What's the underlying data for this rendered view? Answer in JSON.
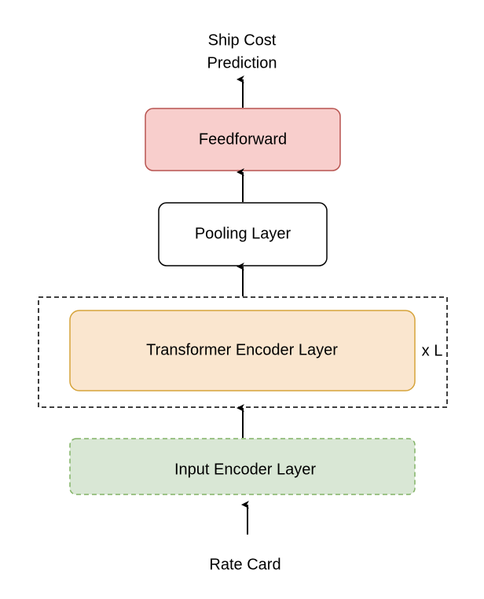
{
  "title": "Ship Cost Prediction model architecture",
  "output_label_line1": "Ship Cost",
  "output_label_line2": "Prediction",
  "feedforward": {
    "label": "Feedforward",
    "fill": "#f8cecc",
    "stroke": "#b85450"
  },
  "pooling": {
    "label": "Pooling Layer",
    "fill": "#ffffff",
    "stroke": "#000000"
  },
  "transformer": {
    "label": "Transformer Encoder Layer",
    "fill": "#fae6cf",
    "stroke": "#d6a33a",
    "repeat_label": "x L"
  },
  "input_encoder": {
    "label": "Input Encoder Layer",
    "fill": "#d9e7d5",
    "stroke": "#82b366"
  },
  "input_label": "Rate Card"
}
